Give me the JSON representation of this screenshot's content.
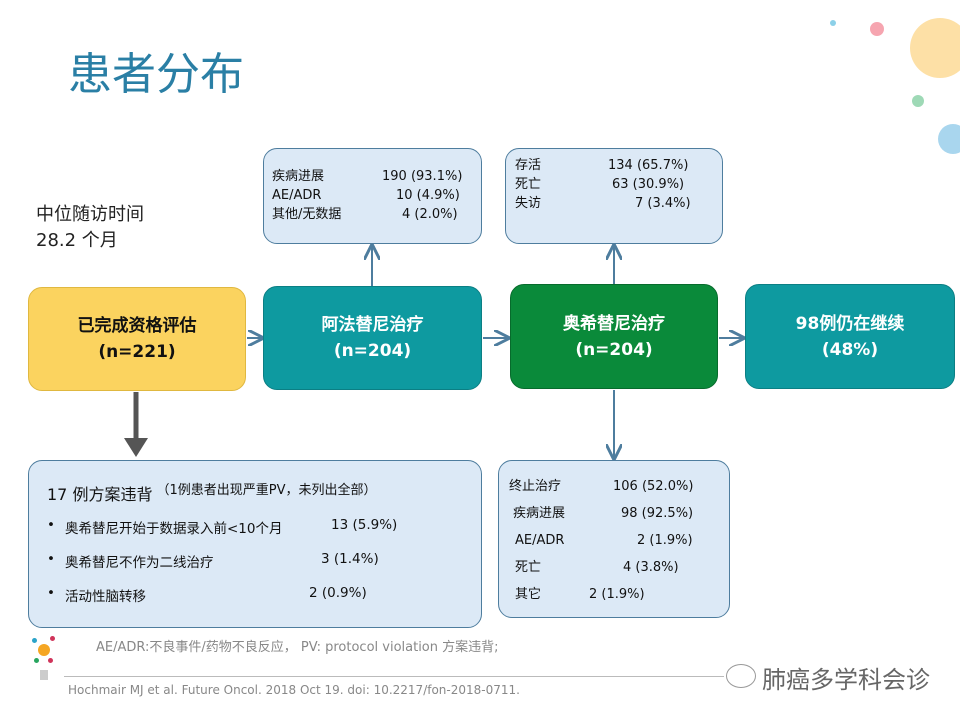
{
  "title": "患者分布",
  "followup": {
    "label": "中位随访时间",
    "value": "28.2 个月"
  },
  "flow": {
    "eligible": {
      "label": "已完成资格评估",
      "n": "(n=221)"
    },
    "afatinib": {
      "label": "阿法替尼治疗",
      "n": "(n=204)"
    },
    "osimertinib": {
      "label": "奥希替尼治疗",
      "n": "(n=204)"
    },
    "continuing": {
      "label": "98例仍在继续",
      "n": "(48%)"
    }
  },
  "afatinib_outcomes": [
    {
      "label": "疾病进展",
      "value": "190 (93.1%)"
    },
    {
      "label": "AE/ADR",
      "value": "10 (4.9%)"
    },
    {
      "label": "其他/无数据",
      "value": "4 (2.0%)"
    }
  ],
  "survival": [
    {
      "label": "存活",
      "value": "134 (65.7%)"
    },
    {
      "label": "死亡",
      "value": "63 (30.9%)"
    },
    {
      "label": "失访",
      "value": "7 (3.4%)"
    }
  ],
  "discontinued": [
    {
      "label": "终止治疗",
      "value": "106 (52.0%)"
    },
    {
      "label": "疾病进展",
      "value": "98  (92.5%)"
    },
    {
      "label": "AE/ADR",
      "value": "2 (1.9%)"
    },
    {
      "label": "死亡",
      "value": "4 (3.8%)"
    },
    {
      "label": "其它",
      "value": "2 (1.9%)"
    }
  ],
  "violations": {
    "heading": "17 例方案违背",
    "note": "（1例患者出现严重PV，未列出全部）",
    "items": [
      {
        "label": "奥希替尼开始于数据录入前<10个月",
        "value": "13 (5.9%)"
      },
      {
        "label": "奥希替尼不作为二线治疗",
        "value": "3 (1.4%)"
      },
      {
        "label": "活动性脑转移",
        "value": "2 (0.9%)"
      }
    ]
  },
  "footnote": "AE/ADR:不良事件/药物不良反应，  PV: protocol violation 方案违背;",
  "citation": "Hochmair MJ et al. Future Oncol. 2018 Oct 19. doi: 10.2217/fon-2018-0711.",
  "watermark": "肺癌多学科会诊"
}
